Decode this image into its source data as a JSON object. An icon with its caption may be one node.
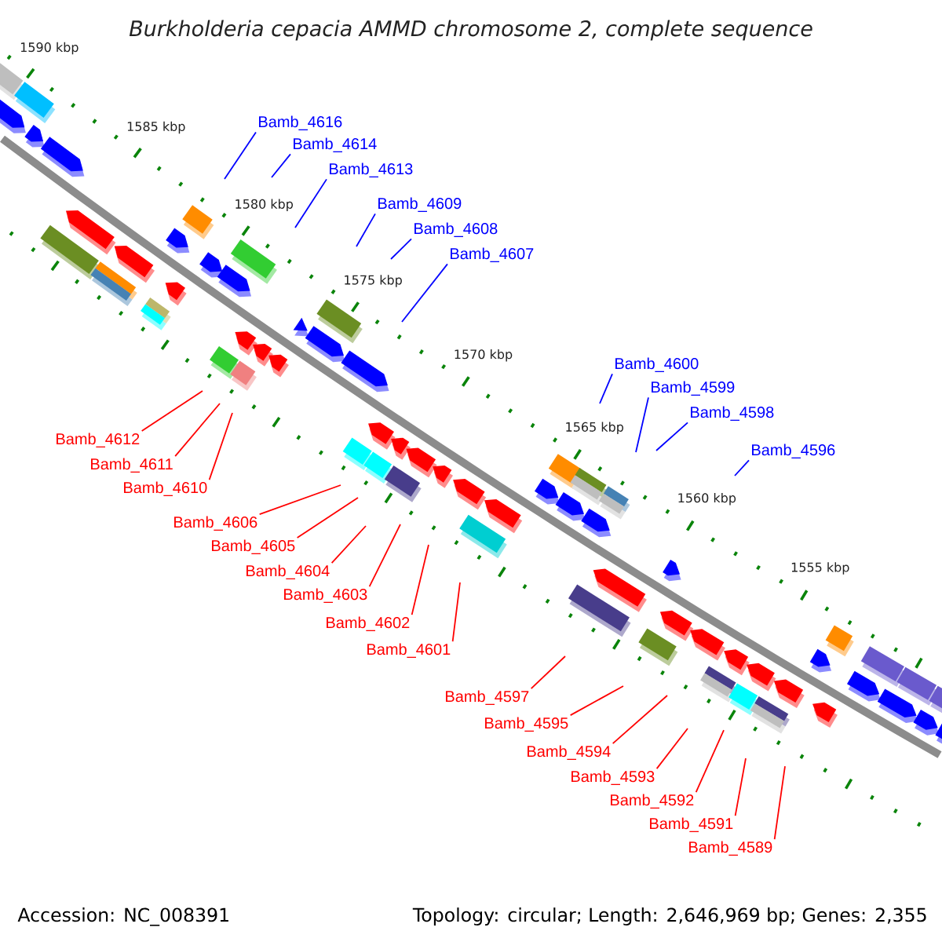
{
  "diagram": {
    "title": "Burkholderia cepacia AMMD chromosome 2, complete sequence",
    "nodes": [
      {
        "text": [
          "Bamb_4616"
        ]
      },
      {
        "text": [
          "Bamb_4614"
        ]
      },
      {
        "text": [
          "Bamb_4613"
        ]
      },
      {
        "text": [
          "Bamb_4609"
        ]
      },
      {
        "text": [
          "Bamb_4608"
        ]
      },
      {
        "text": [
          "Bamb_4607"
        ]
      },
      {
        "text": [
          "Bamb_4600"
        ]
      },
      {
        "text": [
          "Bamb_4599"
        ]
      },
      {
        "text": [
          "Bamb_4598"
        ]
      },
      {
        "text": [
          "Bamb_4612"
        ]
      },
      {
        "text": [
          "Bamb_4596"
        ]
      },
      {
        "text": [
          "Bamb_4611"
        ]
      },
      {
        "text": [
          "Bamb_4610"
        ]
      },
      {
        "text": [
          "Bamb_4606"
        ]
      },
      {
        "text": [
          "Bamb_4605"
        ]
      },
      {
        "text": [
          "Bamb_4604"
        ]
      },
      {
        "text": [
          "Bamb_4603"
        ]
      },
      {
        "text": [
          "Bamb_4602"
        ]
      },
      {
        "text": [
          "Bamb_4601"
        ]
      },
      {
        "text": [
          "Bamb_4597"
        ]
      },
      {
        "text": [
          "Bamb_4595"
        ]
      },
      {
        "text": [
          "Bamb_4594"
        ]
      },
      {
        "text": [
          "Bamb_4593"
        ]
      },
      {
        "text": [
          "Bamb_4592"
        ]
      },
      {
        "text": [
          "Bamb_4591"
        ]
      },
      {
        "text": [
          "Bamb_4589"
        ]
      }
    ],
    "edges": [
      {
        "from": 0,
        "to": null,
        "arrow": "none",
        "color": "#0000ff"
      },
      {
        "from": 1,
        "to": null,
        "arrow": "none",
        "color": "#0000ff"
      },
      {
        "from": 2,
        "to": null,
        "arrow": "none",
        "color": "#0000ff"
      },
      {
        "from": 3,
        "to": null,
        "arrow": "none",
        "color": "#0000ff"
      },
      {
        "from": 4,
        "to": null,
        "arrow": "none",
        "color": "#0000ff"
      },
      {
        "from": 5,
        "to": null,
        "arrow": "none",
        "color": "#0000ff"
      },
      {
        "from": 6,
        "to": null,
        "arrow": "none",
        "color": "#0000ff"
      },
      {
        "from": 7,
        "to": null,
        "arrow": "none",
        "color": "#0000ff"
      },
      {
        "from": 8,
        "to": null,
        "arrow": "none",
        "color": "#0000ff"
      },
      {
        "from": 9,
        "to": null,
        "arrow": "none"
      },
      {
        "from": 10,
        "to": null,
        "arrow": "none",
        "color": "#0000ff"
      },
      {
        "from": 11,
        "to": null,
        "arrow": "none"
      },
      {
        "from": 12,
        "to": null,
        "arrow": "none"
      },
      {
        "from": 13,
        "to": null,
        "arrow": "none"
      },
      {
        "from": 14,
        "to": null,
        "arrow": "none"
      },
      {
        "from": 15,
        "to": null,
        "arrow": "none"
      },
      {
        "from": 16,
        "to": null,
        "arrow": "none"
      },
      {
        "from": 17,
        "to": null,
        "arrow": "none"
      },
      {
        "from": 18,
        "to": null,
        "arrow": "none"
      },
      {
        "from": 19,
        "to": null,
        "arrow": "none"
      },
      {
        "from": 20,
        "to": null,
        "arrow": "none"
      },
      {
        "from": 21,
        "to": null,
        "arrow": "none"
      },
      {
        "from": 22,
        "to": null,
        "arrow": "none"
      },
      {
        "from": 23,
        "to": null,
        "arrow": "none"
      },
      {
        "from": 24,
        "to": null,
        "arrow": "none"
      },
      {
        "from": 25,
        "to": null,
        "arrow": "none"
      }
    ],
    "labels": [
      "1590 kbp",
      "1585 kbp",
      "1580 kbp",
      "1575 kbp",
      "1570 kbp",
      "1565 kbp",
      "1560 kbp",
      "1555 kbp",
      "Accession: NC_008391",
      "Topology: circular; Length: 2,646,969 bp; Genes: 2,355"
    ]
  }
}
